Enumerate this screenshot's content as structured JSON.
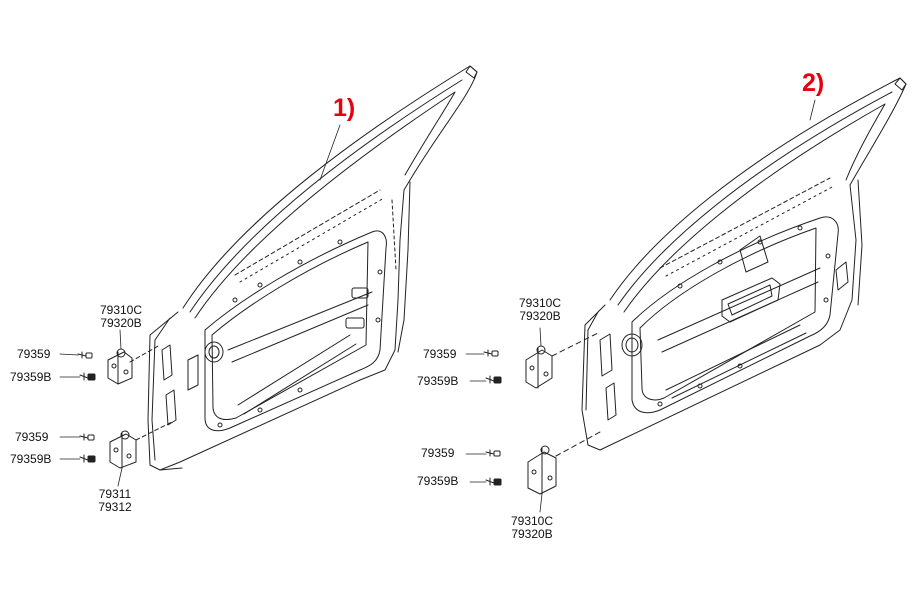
{
  "callouts": {
    "left": "1)",
    "right": "2)"
  },
  "left_door": {
    "upper_hinge": {
      "line1": "79310C",
      "line2": "79320B"
    },
    "lower_hinge": {
      "line1": "79311",
      "line2": "79312"
    },
    "bolt_upper_a": "79359",
    "bolt_upper_b": "79359B",
    "bolt_lower_a": "79359",
    "bolt_lower_b": "79359B"
  },
  "right_door": {
    "upper_hinge": {
      "line1": "79310C",
      "line2": "79320B"
    },
    "lower_hinge": {
      "line1": "79310C",
      "line2": "79320B"
    },
    "bolt_upper_a": "79359",
    "bolt_upper_b": "79359B",
    "bolt_lower_a": "79359",
    "bolt_lower_b": "79359B"
  },
  "colors": {
    "callout": "#e8000f",
    "line": "#222222"
  }
}
